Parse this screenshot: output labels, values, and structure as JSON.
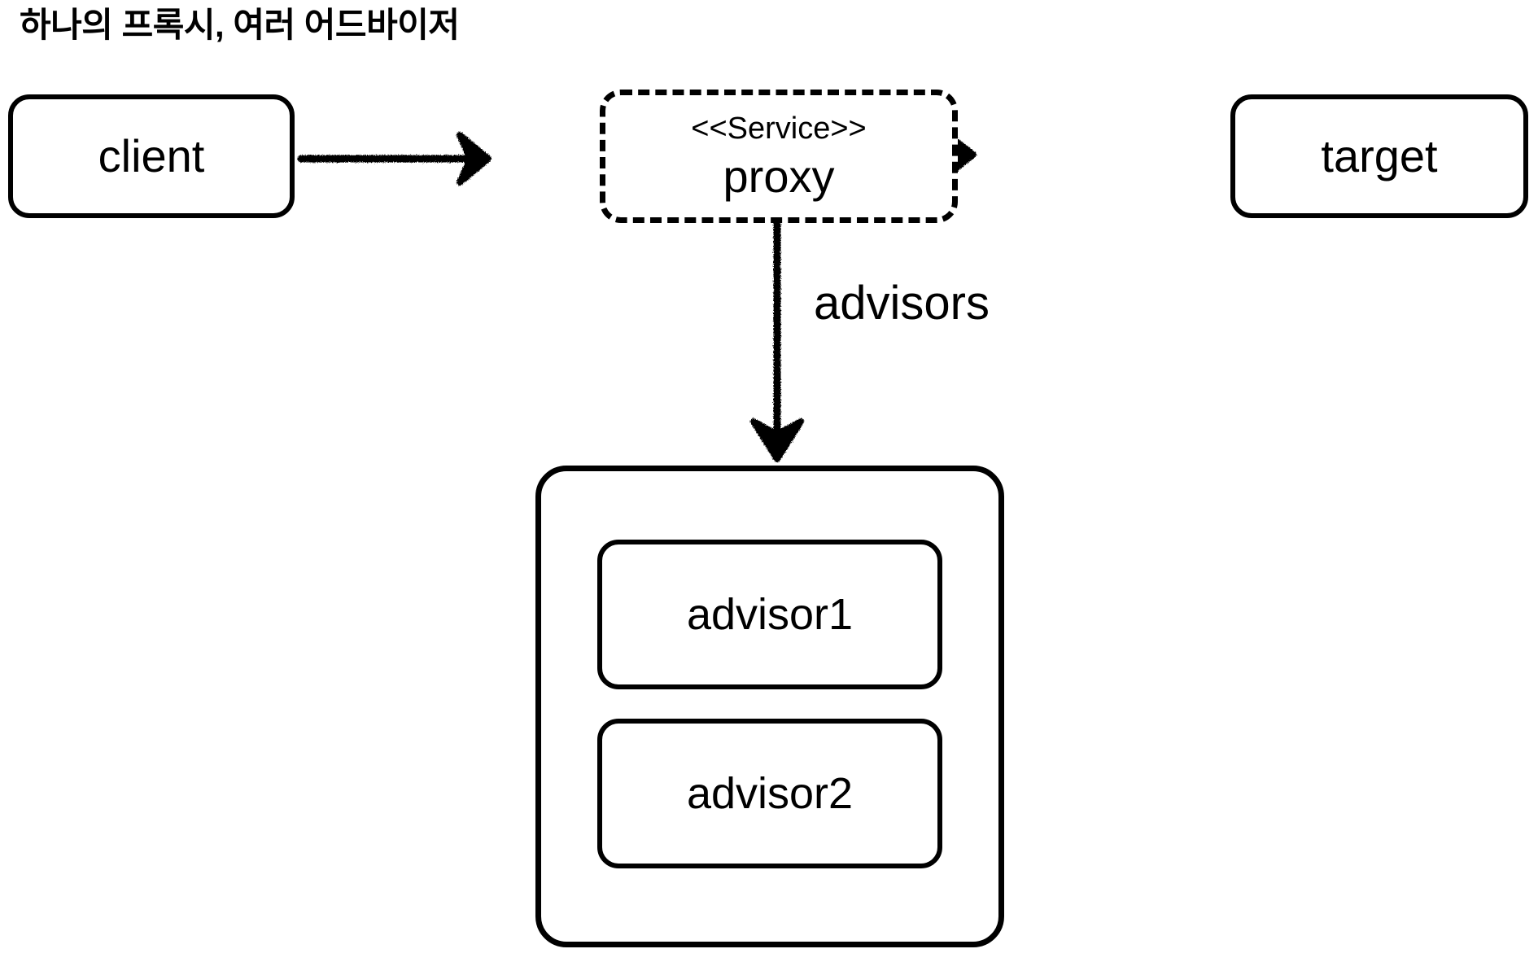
{
  "title": "하나의 프록시, 여러 어드바이저",
  "nodes": {
    "client": {
      "label": "client"
    },
    "proxy": {
      "stereotype": "<<Service>>",
      "label": "proxy"
    },
    "target": {
      "label": "target"
    },
    "advisors_container": {
      "items": [
        {
          "label": "advisor1"
        },
        {
          "label": "advisor2"
        }
      ]
    }
  },
  "edges": {
    "client_to_proxy": {
      "label": ""
    },
    "proxy_to_target": {
      "label": ""
    },
    "proxy_to_advisors": {
      "label": "advisors"
    }
  },
  "colors": {
    "stroke": "#000000",
    "background": "#ffffff",
    "text": "#000000"
  }
}
